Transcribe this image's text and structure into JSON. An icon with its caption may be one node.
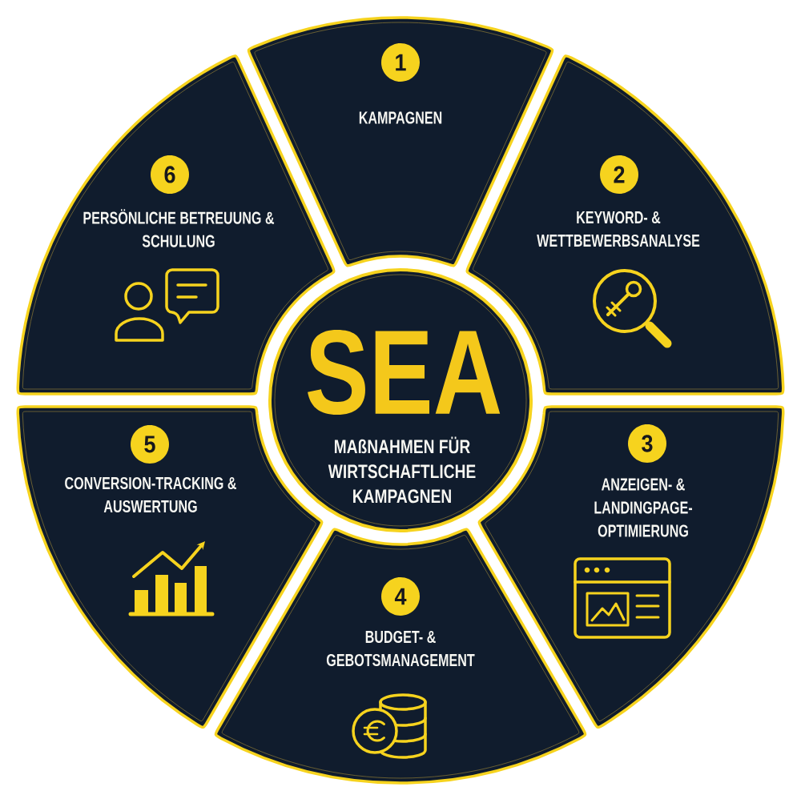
{
  "diagram": {
    "nodes": [
      {
        "text": [
          "SEA",
          "MAßNAHMEN FÜR WIRTSCHAFTLICHE KAMPAGNEN"
        ]
      },
      {
        "text": [
          "1",
          "KAMPAGNEN"
        ]
      },
      {
        "text": [
          "2",
          "KEYWORD- & WETTBEWERBSANALYSE"
        ]
      },
      {
        "text": [
          "3",
          "ANZEIGEN- & LANDINGPAGE-OPTIMIERUNG"
        ]
      },
      {
        "text": [
          "4",
          "BUDGET- & GEBOTSMANAGEMENT"
        ]
      },
      {
        "text": [
          "5",
          "CONVERSION-TRACKING & AUSWERTUNG"
        ]
      },
      {
        "text": [
          "6",
          "PERSÖNLICHE BETREUUNG & SCHULUNG"
        ]
      }
    ]
  }
}
